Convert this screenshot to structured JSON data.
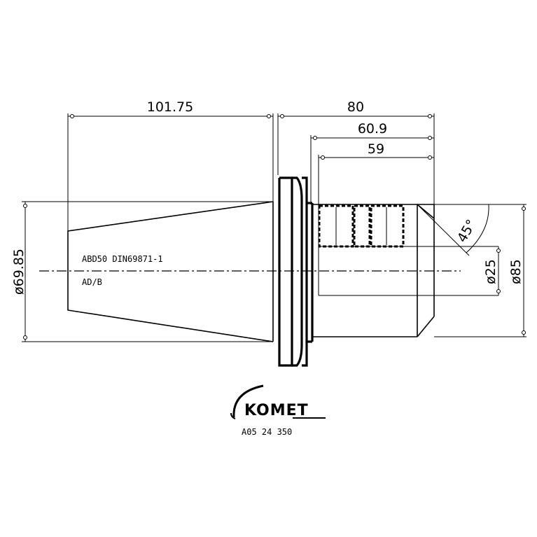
{
  "dimensions": {
    "overall_taper_length": "101.75",
    "body_length": "80",
    "bore_depth_outer": "60.9",
    "bore_depth_inner": "59",
    "taper_diameter": "ø69.85",
    "bore_diameter": "ø25",
    "outer_diameter": "ø85",
    "chamfer_angle": "45°"
  },
  "notes": {
    "standard": "ABD50 DIN69871-1",
    "variant": "AD/B"
  },
  "brand": {
    "name": "KOMET",
    "part_number": "A05 24 350"
  }
}
